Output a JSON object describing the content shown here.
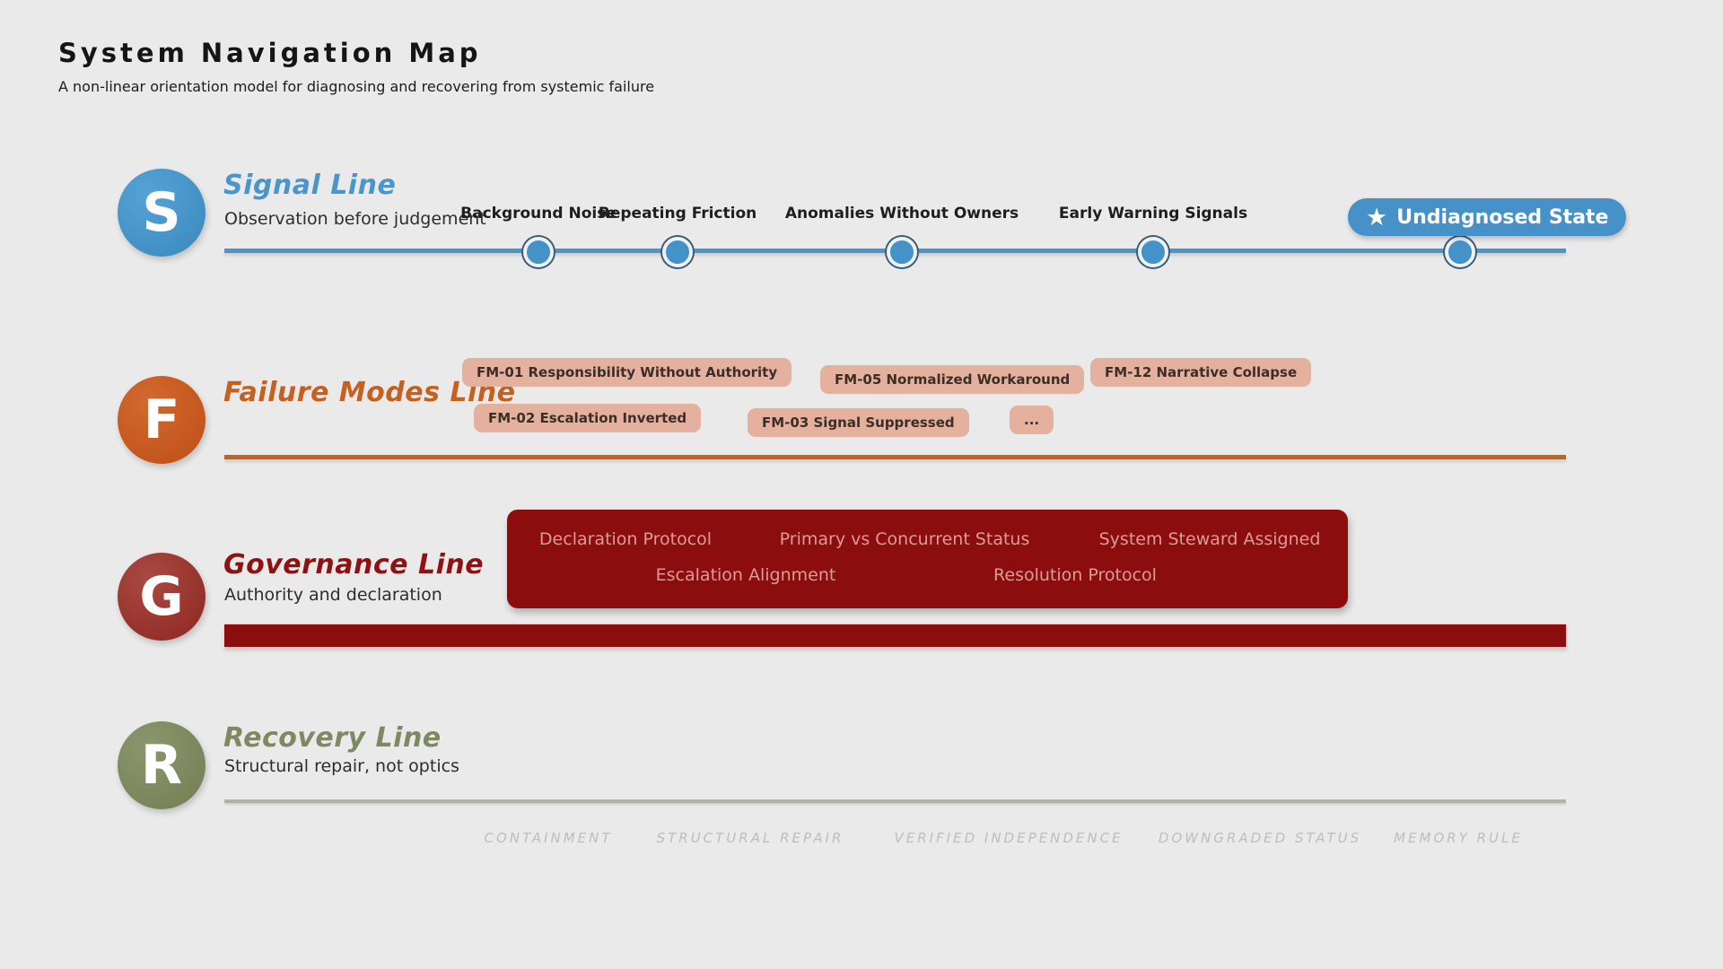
{
  "header": {
    "title": "System Navigation Map",
    "subtitle": "A non-linear orientation model for diagnosing and recovering from systemic failure"
  },
  "signal": {
    "badge": "S",
    "title": "Signal Line",
    "subtitle": "Observation before judgement",
    "stations": [
      {
        "label": "Background Noise"
      },
      {
        "label": "Repeating Friction"
      },
      {
        "label": "Anomalies Without Owners"
      },
      {
        "label": "Early Warning Signals"
      }
    ],
    "highlight": {
      "star": "★",
      "label": "Undiagnosed State"
    }
  },
  "failure": {
    "badge": "F",
    "title": "Failure Modes Line",
    "tags": [
      {
        "label": "FM-01 Responsibility Without Authority"
      },
      {
        "label": "FM-05 Normalized Workaround"
      },
      {
        "label": "FM-12 Narrative Collapse"
      },
      {
        "label": "FM-02 Escalation Inverted"
      },
      {
        "label": "FM-03 Signal Suppressed"
      },
      {
        "label": "..."
      }
    ]
  },
  "governance": {
    "badge": "G",
    "title": "Governance Line",
    "subtitle": "Authority and declaration",
    "items_row1": [
      {
        "label": "Declaration Protocol"
      },
      {
        "label": "Primary vs Concurrent Status"
      },
      {
        "label": "System Steward Assigned"
      }
    ],
    "items_row2": [
      {
        "label": "Escalation Alignment"
      },
      {
        "label": "Resolution Protocol"
      }
    ]
  },
  "recovery": {
    "badge": "R",
    "title": "Recovery Line",
    "subtitle": "Structural repair, not optics",
    "phases": [
      {
        "label": "CONTAINMENT"
      },
      {
        "label": "STRUCTURAL REPAIR"
      },
      {
        "label": "VERIFIED INDEPENDENCE"
      },
      {
        "label": "DOWNGRADED STATUS"
      },
      {
        "label": "MEMORY RULE"
      }
    ]
  },
  "colors": {
    "background": "#eaeaea",
    "signal_blue": "#4692c8",
    "failure_orange": "#c7601f",
    "tag_salmon": "#e3b19d",
    "governance_red": "#8b0d0d",
    "governance_text_pink": "#db9c98",
    "recovery_olive": "#7e8961",
    "recovery_track_gray": "#b2b2a6",
    "phase_gray": "#bdbdbd"
  }
}
